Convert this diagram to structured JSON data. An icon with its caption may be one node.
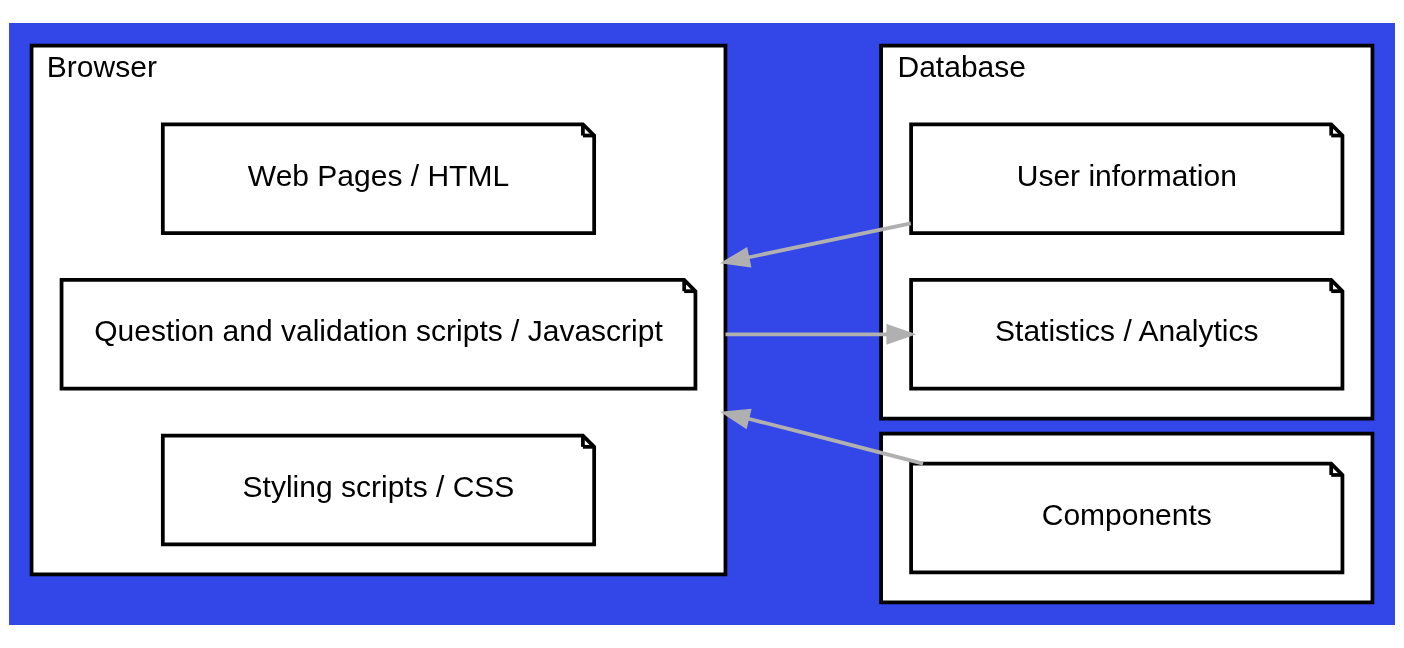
{
  "diagram": {
    "nodes": [
      {
        "text": [
          "Browser"
        ]
      },
      {
        "text": [
          "Web Pages / HTML"
        ],
        "in": 0
      },
      {
        "text": [
          "Question and validation scripts / Javascript"
        ],
        "in": 0
      },
      {
        "text": [
          "Styling scripts / CSS"
        ],
        "in": 0
      },
      {
        "text": [
          "Database"
        ]
      },
      {
        "text": [
          "User information"
        ],
        "in": 4
      },
      {
        "text": [
          "Statistics / Analytics"
        ],
        "in": 4
      },
      {
        "text": [],
        "shape": "box"
      },
      {
        "text": [
          "Components"
        ],
        "in": 7
      }
    ],
    "edges": [
      {
        "from": 5,
        "to": 0,
        "arrow": "to"
      },
      {
        "from": 0,
        "to": 6,
        "arrow": "to"
      },
      {
        "from": 8,
        "to": 0,
        "arrow": "to"
      }
    ]
  }
}
